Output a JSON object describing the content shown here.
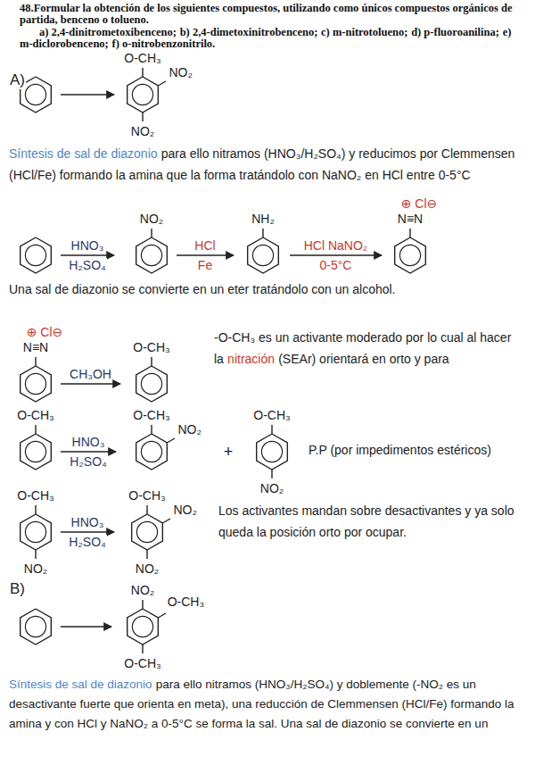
{
  "diagram": {
    "title": "48.Formular la obtención de los siguientes compuestos, utilizando como únicos compuestos orgánicos de partida, benceno o tolueno.",
    "labels": [
      "a) 2,4-dinitrometoxibenceno;",
      "b) 2,4-dimetoxinitrobenceno;",
      "c) m-nitrotolueno;",
      "d) p-fluoroanilina;",
      "e) m-diclorobenceno;",
      "f) o-nitrobenzonitrilo.",
      "A)",
      "O-CH₃",
      "NO₂",
      "NO₂",
      "Síntesis de sal de diazonio",
      "para ello nitramos (HNO₃/H₂SO₄) y reducimos por Clemmensen (HCl/Fe) formando la amina que la forma tratándolo con NaNO₂ en HCl entre 0-5°C",
      "HNO₃",
      "H₂SO₄",
      "NO₂",
      "HCl",
      "Fe",
      "NH₂",
      "HCl NaNO₂",
      "0-5°C",
      "⊕ Cl⊖",
      "N≡N",
      "Una sal de diazonio se convierte en un eter tratándolo con un alcohol.",
      "⊕ Cl⊖",
      "N≡N",
      "CH₃OH",
      "O-CH₃",
      "-O-CH₃ es un activante moderado por lo cual al hacer la",
      "nitración",
      "(SEAr) orientará en orto y para",
      "O-CH₃",
      "HNO₃",
      "H₂SO₄",
      "O-CH₃",
      "NO₂",
      "+",
      "O-CH₃",
      "NO₂",
      "P.P (por impedimentos estéricos)",
      "O-CH₃",
      "NO₂",
      "HNO₃",
      "H₂SO₄",
      "O-CH₃",
      "NO₂",
      "NO₂",
      "Los activantes mandan sobre desactivantes y ya solo queda la posición orto por ocupar.",
      "B)",
      "NO₂",
      "O-CH₃",
      "O-CH₃",
      "Síntesis de sal de diazonio",
      "para ello nitramos (HNO₃/H₂SO₄) y doblemente (-NO₂ es un desactivante fuerte que orienta en meta), una reducción de Clemmensen (HCl/Fe) formando la amina y con HCl y NaNO₂ a 0-5°C se forma la sal. Una sal de diazonio se convierte en un"
    ]
  }
}
